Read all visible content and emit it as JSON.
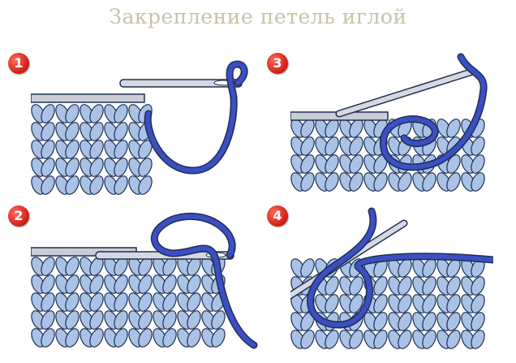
{
  "title": "Закрепление петель иглой",
  "steps": [
    {
      "number": "1"
    },
    {
      "number": "2"
    },
    {
      "number": "3"
    },
    {
      "number": "4"
    }
  ],
  "colors": {
    "yarn_light": "#a9c2e6",
    "yarn_outline": "#1f2f55",
    "working_yarn": "#3c4fc2",
    "needle": "#c9ced6",
    "badge": "#d01b12",
    "title": "#c9c3a4"
  }
}
